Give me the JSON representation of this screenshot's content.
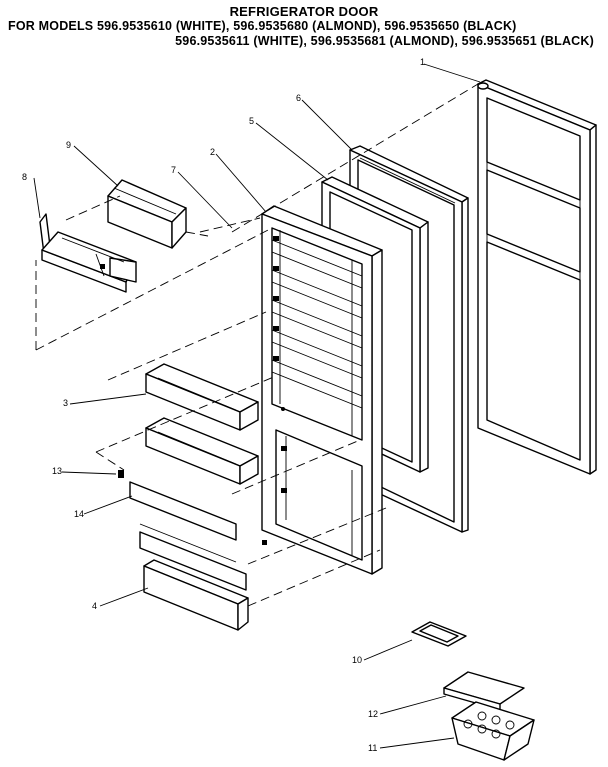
{
  "header": {
    "title": "REFRIGERATOR DOOR",
    "line2": "FOR MODELS 596.9535610 (WHITE), 596.9535680 (ALMOND), 596.9535650 (BLACK)",
    "line3": "596.9535611 (WHITE), 596.9535681 (ALMOND), 596.9535651 (BLACK)"
  },
  "callouts": {
    "c1": "1",
    "c2": "2",
    "c3": "3",
    "c4": "4",
    "c5": "5",
    "c6": "6",
    "c7": "7",
    "c8": "8",
    "c9": "9",
    "c10": "10",
    "c11": "11",
    "c12": "12",
    "c13": "13",
    "c14": "14"
  }
}
